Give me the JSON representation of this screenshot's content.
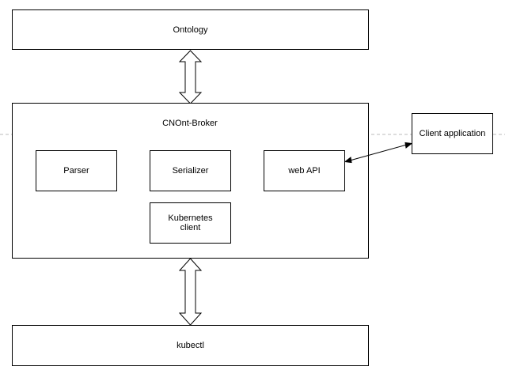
{
  "diagram": {
    "ontology": {
      "label": "Ontology"
    },
    "broker": {
      "title": "CNOnt-Broker",
      "components": {
        "parser": "Parser",
        "serializer": "Serializer",
        "web_api": "web API",
        "kubernetes_client": "Kubernetes\nclient"
      }
    },
    "client_application": {
      "label": "Client application"
    },
    "kubectl": {
      "label": "kubectl"
    }
  }
}
